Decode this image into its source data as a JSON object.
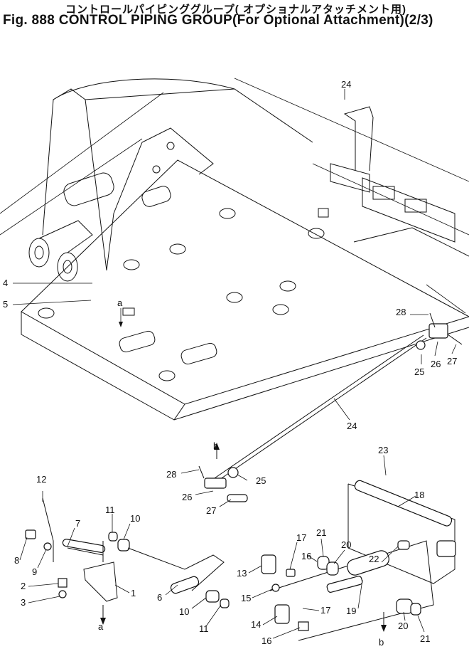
{
  "title": {
    "japanese": "コントロールパイピンググループ( オプショナルアタッチメント用)",
    "english": "Fig. 888 CONTROL PIPING GROUP(For Optional Attachment)(2/3)"
  },
  "parts": {
    "p1": "1",
    "p2": "2",
    "p3": "3",
    "p4": "4",
    "p5": "5",
    "p6": "6",
    "p7": "7",
    "p8": "8",
    "p9": "9",
    "p10a": "10",
    "p10b": "10",
    "p11a": "11",
    "p11b": "11",
    "p12": "12",
    "p13": "13",
    "p14": "14",
    "p15": "15",
    "p16a": "16",
    "p16b": "16",
    "p17a": "17",
    "p17b": "17",
    "p18": "18",
    "p19": "19",
    "p20a": "20",
    "p20b": "20",
    "p21a": "21",
    "p21b": "21",
    "p22": "22",
    "p23": "23",
    "p24": "24",
    "p25a": "25",
    "p25b": "25",
    "p26a": "26",
    "p26b": "26",
    "p27a": "27",
    "p27b": "27",
    "p28a": "28",
    "p28b": "28"
  },
  "callouts": {
    "a_top": "a",
    "a_bottom": "a",
    "b_top": "b",
    "b_bottom": "b"
  }
}
